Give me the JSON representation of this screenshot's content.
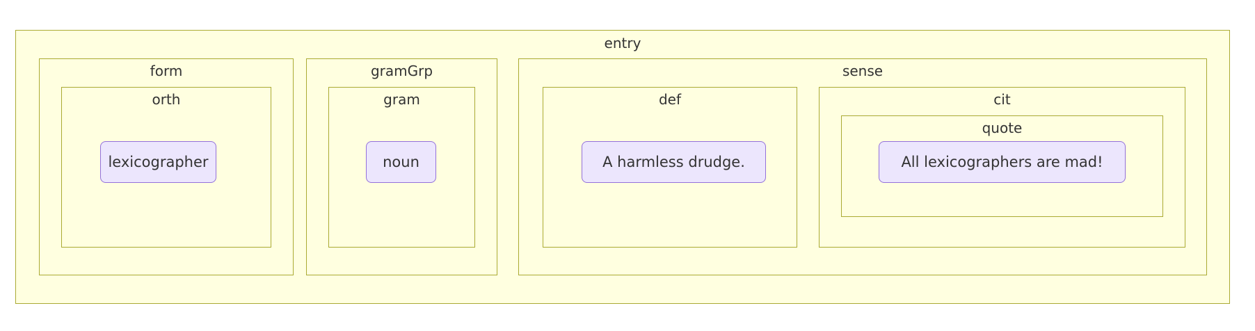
{
  "diagram": {
    "type": "nested-subgraph-flowchart",
    "title": "entry",
    "colors": {
      "page_background": "#ffffff",
      "cluster_fill": "#ffffe0",
      "cluster_stroke": "#aaaa33",
      "node_fill": "#ece6fd",
      "node_stroke": "#9370db",
      "text": "#333333"
    },
    "clusters": {
      "entry": {
        "label": "entry"
      },
      "form": {
        "label": "form"
      },
      "orth": {
        "label": "orth"
      },
      "gramGrp": {
        "label": "gramGrp"
      },
      "gram": {
        "label": "gram"
      },
      "sense": {
        "label": "sense"
      },
      "def": {
        "label": "def"
      },
      "cit": {
        "label": "cit"
      },
      "quote": {
        "label": "quote"
      }
    },
    "nodes": {
      "orth_value": {
        "label": "lexicographer"
      },
      "gram_value": {
        "label": "noun"
      },
      "def_value": {
        "label": "A harmless drudge."
      },
      "quote_value": {
        "label": "All lexicographers are mad!"
      }
    }
  }
}
